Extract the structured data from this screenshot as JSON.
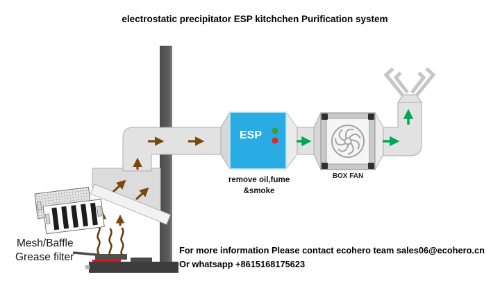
{
  "title": "electrostatic precipitator ESP kitchchen Purification system",
  "diagram": {
    "esp_unit": {
      "label": "ESP",
      "caption_line1": "remove oil,fume",
      "caption_line2": "&smoke"
    },
    "box_fan": {
      "label": "BOX FAN"
    },
    "filter": {
      "label_line1": "Mesh/Baffle",
      "label_line2": "Grease filter"
    }
  },
  "footer": {
    "line1": "For more information Please contact ecohero team sales06@ecohero.cn",
    "line2": "Or whatsapp +8615168175623"
  },
  "colors": {
    "esp_blue": "#29ACE3",
    "arrow_green": "#00A651",
    "arrow_brown": "#7A480F",
    "indicator_green": "#3F9B35",
    "indicator_red": "#E8251F",
    "burner_red": "#E01020",
    "duct_gray": "#E2E2E2",
    "pillar_gray": "#595959"
  }
}
